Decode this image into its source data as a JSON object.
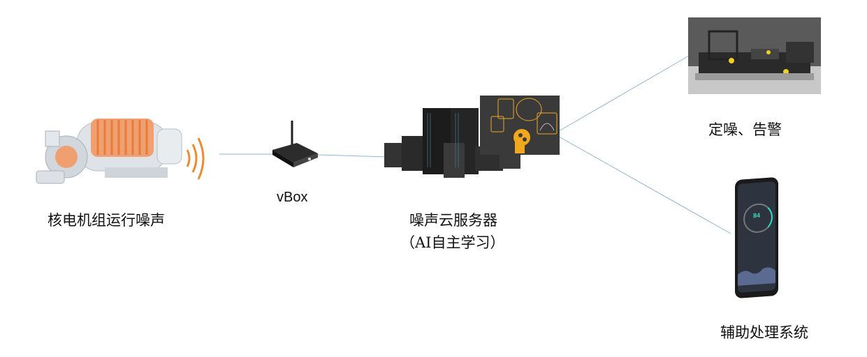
{
  "nodes": {
    "motor": {
      "label": "核电机组运行噪声"
    },
    "vbox": {
      "label": "vBox"
    },
    "server": {
      "label": "噪声云服务器",
      "sublabel": "（AI自主学习）"
    },
    "alarm": {
      "label": "定噪、告警"
    },
    "phone": {
      "label": "辅助处理系统",
      "screen_value": "84"
    }
  },
  "colors": {
    "connector": "#8fb4d8",
    "signal": "#f08a2c",
    "ai_panel": "#3a3a3a",
    "ai_accent": "#f2a81d"
  }
}
